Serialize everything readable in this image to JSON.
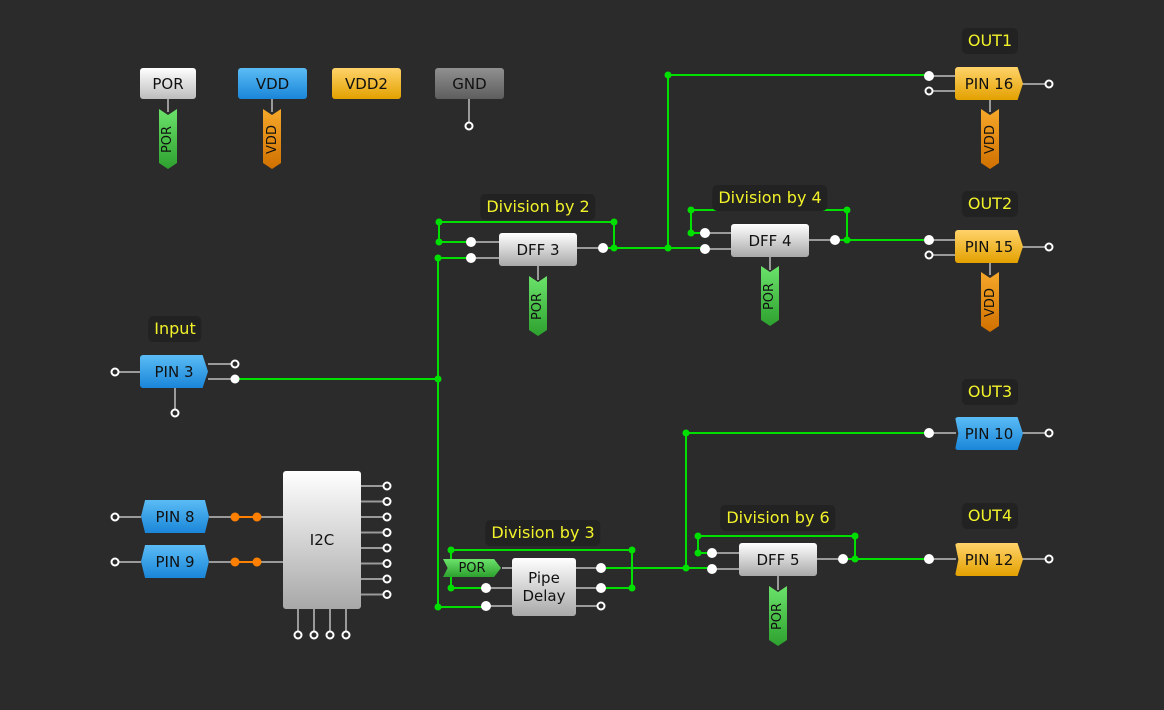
{
  "colors": {
    "background": "#2b2b2b",
    "wire_active": "#00e000",
    "wire_inactive": "#9a9a9a",
    "label_text": "#f2f22a",
    "i2c_wire": "#ff8000"
  },
  "supply_blocks": [
    {
      "id": "por",
      "label": "POR",
      "flag": "POR"
    },
    {
      "id": "vdd",
      "label": "VDD",
      "flag": "VDD"
    },
    {
      "id": "vdd2",
      "label": "VDD2"
    },
    {
      "id": "gnd",
      "label": "GND"
    }
  ],
  "labels": {
    "input": "Input",
    "out1": "OUT1",
    "out2": "OUT2",
    "out3": "OUT3",
    "out4": "OUT4",
    "div2": "Division by 2",
    "div4": "Division by 4",
    "div3": "Division by 3",
    "div6": "Division by 6"
  },
  "pins": {
    "pin3": "PIN 3",
    "pin8": "PIN 8",
    "pin9": "PIN 9",
    "pin16": "PIN 16",
    "pin15": "PIN 15",
    "pin10": "PIN 10",
    "pin12": "PIN 12"
  },
  "blocks": {
    "dff3": "DFF 3",
    "dff4": "DFF 4",
    "dff5": "DFF 5",
    "i2c": "I2C",
    "pipe_delay": "Pipe Delay"
  },
  "flags": {
    "por": "POR",
    "vdd": "VDD"
  }
}
